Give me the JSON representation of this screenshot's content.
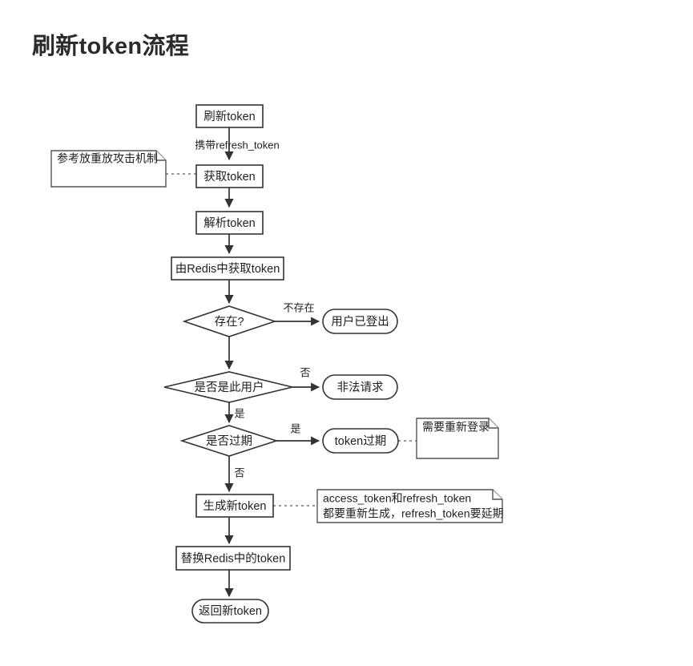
{
  "page": {
    "title": "刷新token流程",
    "background_color": "#ffffff",
    "stroke_color": "#333333",
    "text_color": "#1f1f1f",
    "note_stroke_color": "#555555",
    "dash_color": "#777777"
  },
  "nodes": {
    "refresh_token": {
      "label": "刷新token",
      "shape": "rect"
    },
    "get_token": {
      "label": "获取token",
      "shape": "rect"
    },
    "parse_token": {
      "label": "解析token",
      "shape": "rect"
    },
    "get_from_redis": {
      "label": "由Redis中获取token",
      "shape": "rect"
    },
    "exists_decision": {
      "label": "存在?",
      "shape": "diamond"
    },
    "user_logged_out": {
      "label": "用户已登出",
      "shape": "rounded"
    },
    "same_user_decision": {
      "label": "是否是此用户",
      "shape": "diamond"
    },
    "illegal_request": {
      "label": "非法请求",
      "shape": "rounded"
    },
    "expired_decision": {
      "label": "是否过期",
      "shape": "diamond"
    },
    "token_expired": {
      "label": "token过期",
      "shape": "rounded"
    },
    "generate_new_token": {
      "label": "生成新token",
      "shape": "rect"
    },
    "replace_redis_token": {
      "label": "替换Redis中的token",
      "shape": "rect"
    },
    "return_new_token": {
      "label": "返回新token",
      "shape": "rounded"
    }
  },
  "notes": {
    "replay_attack": {
      "line1": "参考放重放攻击机制"
    },
    "relogin": {
      "line1": "需要重新登录"
    },
    "token_regen": {
      "line1": "access_token和refresh_token",
      "line2": "都要重新生成，refresh_token要延期"
    }
  },
  "edge_labels": {
    "carry_refresh_token": "携带refresh_token",
    "not_exists": "不存在",
    "no_not_user": "否",
    "yes_is_user": "是",
    "yes_expired": "是",
    "no_not_expired": "否"
  }
}
